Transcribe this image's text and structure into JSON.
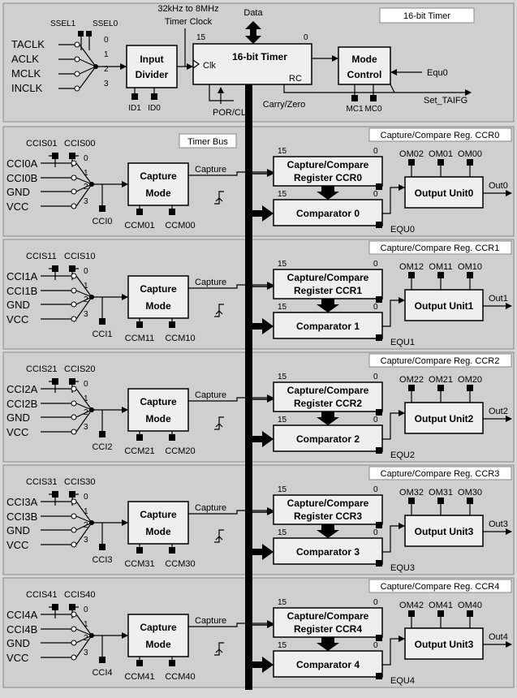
{
  "timer": {
    "title": "16-bit Timer",
    "clock_inputs": [
      "TACLK",
      "ACLK",
      "MCLK",
      "INCLK"
    ],
    "sel_labels": [
      "SSEL1",
      "SSEL0"
    ],
    "mux_numbers": [
      "0",
      "1",
      "2",
      "3"
    ],
    "divider_line1": "Input",
    "divider_line2": "Divider",
    "id_labels": [
      "ID1",
      "ID0"
    ],
    "freq_line1": "32kHz to 8MHz",
    "freq_line2": "Timer Clock",
    "data_label": "Data",
    "bit15": "15",
    "bit0": "0",
    "timer_box": "16-bit Timer",
    "clk_label": "Clk",
    "rc_label": "RC",
    "por_label": "POR/CLR",
    "carry_label": "Carry/Zero",
    "mode_line1": "Mode",
    "mode_line2": "Control",
    "mc_labels": [
      "MC1",
      "MC0"
    ],
    "equ0_label": "Equ0",
    "taifg_label": "Set_TAIFG"
  },
  "timer_bus_label": "Timer Bus",
  "channels": [
    {
      "title": "Capture/Compare Reg. CCR0",
      "ccis": [
        "CCIS01",
        "CCIS00"
      ],
      "inputs": [
        "CCI0A",
        "CCI0B",
        "GND",
        "VCC"
      ],
      "cci": "CCI0",
      "ccm": [
        "CCM01",
        "CCM00"
      ],
      "capture_label": "Capture",
      "capture_line1": "Capture",
      "capture_line2": "Mode",
      "reg_line1": "Capture/Compare",
      "reg_line2": "Register CCR0",
      "comparator": "Comparator 0",
      "equ": "EQU0",
      "om": [
        "OM02",
        "OM01",
        "OM00"
      ],
      "output_unit": "Output Unit0",
      "out": "Out0"
    },
    {
      "title": "Capture/Compare Reg. CCR1",
      "ccis": [
        "CCIS11",
        "CCIS10"
      ],
      "inputs": [
        "CCI1A",
        "CCI1B",
        "GND",
        "VCC"
      ],
      "cci": "CCI1",
      "ccm": [
        "CCM11",
        "CCM10"
      ],
      "capture_label": "Capture",
      "capture_line1": "Capture",
      "capture_line2": "Mode",
      "reg_line1": "Capture/Compare",
      "reg_line2": "Register CCR1",
      "comparator": "Comparator 1",
      "equ": "EQU1",
      "om": [
        "OM12",
        "OM11",
        "OM10"
      ],
      "output_unit": "Output Unit1",
      "out": "Out1"
    },
    {
      "title": "Capture/Compare Reg. CCR2",
      "ccis": [
        "CCIS21",
        "CCIS20"
      ],
      "inputs": [
        "CCI2A",
        "CCI2B",
        "GND",
        "VCC"
      ],
      "cci": "CCI2",
      "ccm": [
        "CCM21",
        "CCM20"
      ],
      "capture_label": "Capture",
      "capture_line1": "Capture",
      "capture_line2": "Mode",
      "reg_line1": "Capture/Compare",
      "reg_line2": "Register CCR2",
      "comparator": "Comparator 2",
      "equ": "EQU2",
      "om": [
        "OM22",
        "OM21",
        "OM20"
      ],
      "output_unit": "Output Unit2",
      "out": "Out2"
    },
    {
      "title": "Capture/Compare Reg. CCR3",
      "ccis": [
        "CCIS31",
        "CCIS30"
      ],
      "inputs": [
        "CCI3A",
        "CCI3B",
        "GND",
        "VCC"
      ],
      "cci": "CCI3",
      "ccm": [
        "CCM31",
        "CCM30"
      ],
      "capture_label": "Capture",
      "capture_line1": "Capture",
      "capture_line2": "Mode",
      "reg_line1": "Capture/Compare",
      "reg_line2": "Register CCR3",
      "comparator": "Comparator 3",
      "equ": "EQU3",
      "om": [
        "OM32",
        "OM31",
        "OM30"
      ],
      "output_unit": "Output Unit3",
      "out": "Out3"
    },
    {
      "title": "Capture/Compare Reg. CCR4",
      "ccis": [
        "CCIS41",
        "CCIS40"
      ],
      "inputs": [
        "CCI4A",
        "CCI4B",
        "GND",
        "VCC"
      ],
      "cci": "CCI4",
      "ccm": [
        "CCM41",
        "CCM40"
      ],
      "capture_label": "Capture",
      "capture_line1": "Capture",
      "capture_line2": "Mode",
      "reg_line1": "Capture/Compare",
      "reg_line2": "Register CCR4",
      "comparator": "Comparator 4",
      "equ": "EQU4",
      "om": [
        "OM42",
        "OM41",
        "OM40"
      ],
      "output_unit": "Output Unit3",
      "out": "Out4"
    }
  ]
}
